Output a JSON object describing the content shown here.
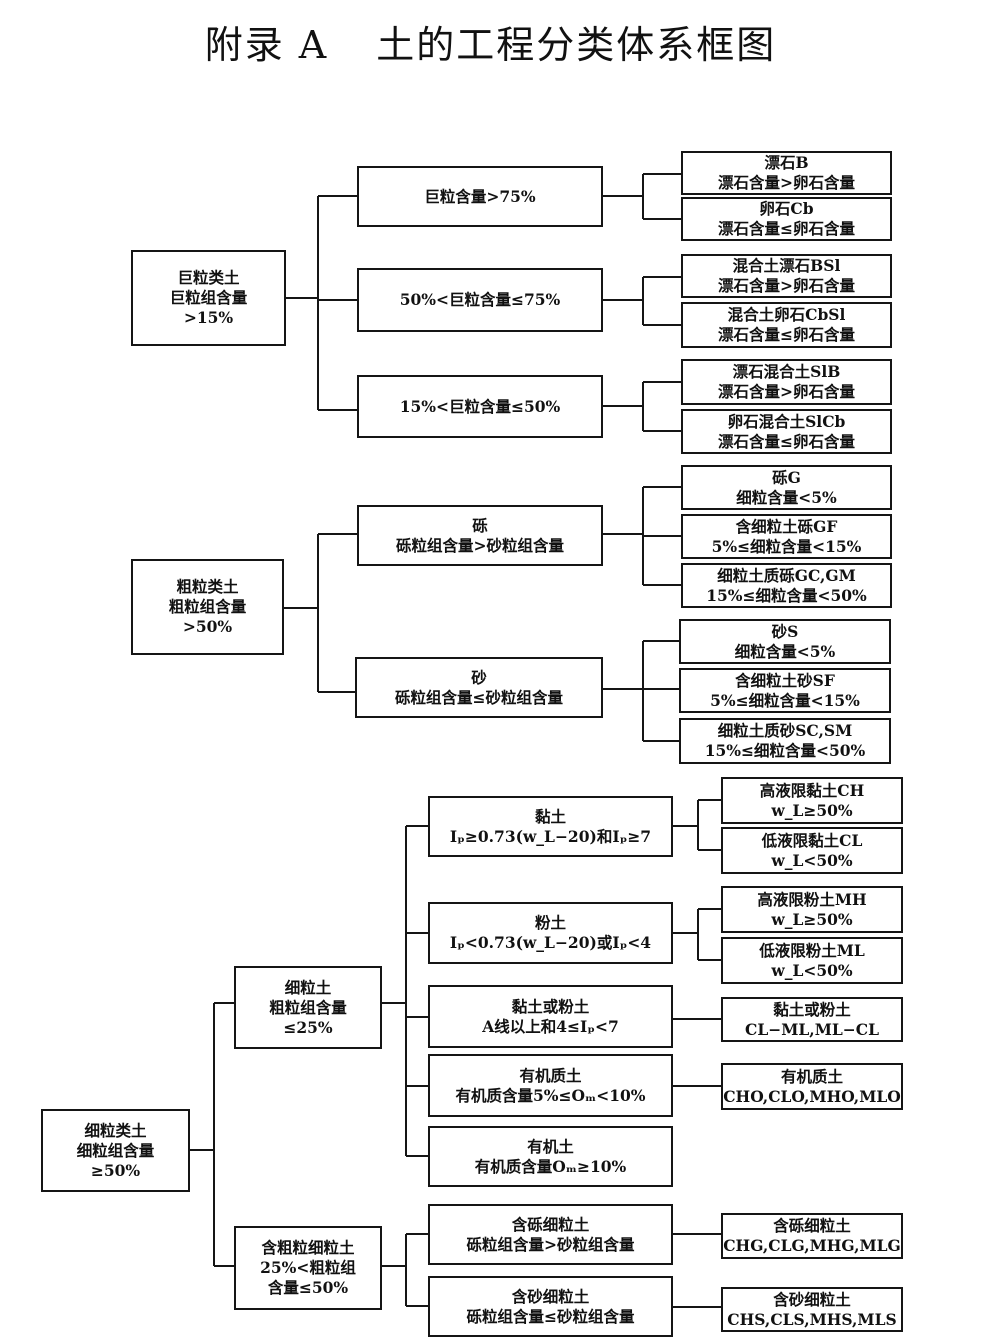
{
  "title": {
    "prefix": "附录 A",
    "main": "土的工程分类体系框图"
  },
  "nodes": {
    "giant": {
      "l1": "巨粒类土",
      "l2": "巨粒组含量",
      "l3": ">15%"
    },
    "g1": {
      "l1": "巨粒含量>75%"
    },
    "g2": {
      "l1": "50%<巨粒含量≤75%"
    },
    "g3": {
      "l1": "15%<巨粒含量≤50%"
    },
    "g1a": {
      "l1": "漂石B",
      "l2": "漂石含量>卵石含量"
    },
    "g1b": {
      "l1": "卵石Cb",
      "l2": "漂石含量≤卵石含量"
    },
    "g2a": {
      "l1": "混合土漂石BSl",
      "l2": "漂石含量>卵石含量"
    },
    "g2b": {
      "l1": "混合土卵石CbSl",
      "l2": "漂石含量≤卵石含量"
    },
    "g3a": {
      "l1": "漂石混合土SlB",
      "l2": "漂石含量>卵石含量"
    },
    "g3b": {
      "l1": "卵石混合土SlCb",
      "l2": "漂石含量≤卵石含量"
    },
    "coarse": {
      "l1": "粗粒类土",
      "l2": "粗粒组含量",
      "l3": ">50%"
    },
    "gravel": {
      "l1": "砾",
      "l2": "砾粒组含量>砂粒组含量"
    },
    "sand": {
      "l1": "砂",
      "l2": "砾粒组含量≤砂粒组含量"
    },
    "gr1": {
      "l1": "砾G",
      "l2": "细粒含量<5%"
    },
    "gr2": {
      "l1": "含细粒土砾GF",
      "l2": "5%≤细粒含量<15%"
    },
    "gr3": {
      "l1": "细粒土质砾GC,GM",
      "l2": "15%≤细粒含量<50%"
    },
    "sa1": {
      "l1": "砂S",
      "l2": "细粒含量<5%"
    },
    "sa2": {
      "l1": "含细粒土砂SF",
      "l2": "5%≤细粒含量<15%"
    },
    "sa3": {
      "l1": "细粒土质砂SC,SM",
      "l2": "15%≤细粒含量<50%"
    },
    "finecls": {
      "l1": "细粒类土",
      "l2": "细粒组含量",
      "l3": "≥50%"
    },
    "fine": {
      "l1": "细粒土",
      "l2": "粗粒组含量",
      "l3": "≤25%"
    },
    "coarsefine": {
      "l1": "含粗粒细粒土",
      "l2": "25%<粗粒组",
      "l3": "含量≤50%"
    },
    "clay": {
      "l1": "黏土",
      "l2": "Iₚ≥0.73(w_L−20)和Iₚ≥7"
    },
    "silt": {
      "l1": "粉土",
      "l2": "Iₚ<0.73(w_L−20)或Iₚ<4"
    },
    "claysilt": {
      "l1": "黏土或粉土",
      "l2": "A线以上和4≤Iₚ<7"
    },
    "organic": {
      "l1": "有机质土",
      "l2": "有机质含量5%≤Oₘ<10%"
    },
    "orgsoil": {
      "l1": "有机土",
      "l2": "有机质含量Oₘ≥10%"
    },
    "grfine": {
      "l1": "含砾细粒土",
      "l2": "砾粒组含量>砂粒组含量"
    },
    "safine": {
      "l1": "含砂细粒土",
      "l2": "砾粒组含量≤砂粒组含量"
    },
    "ch": {
      "l1": "高液限黏土CH",
      "l2": "w_L≥50%"
    },
    "cl": {
      "l1": "低液限黏土CL",
      "l2": "w_L<50%"
    },
    "mh": {
      "l1": "高液限粉土MH",
      "l2": "w_L≥50%"
    },
    "ml": {
      "l1": "低液限粉土ML",
      "l2": "w_L<50%"
    },
    "clml": {
      "l1": "黏土或粉土",
      "l2": "CL−ML,ML−CL"
    },
    "orgcodes": {
      "l1": "有机质土",
      "l2": "CHO,CLO,MHO,MLO"
    },
    "grcodes": {
      "l1": "含砾细粒土",
      "l2": "CHG,CLG,MHG,MLG"
    },
    "sacodes": {
      "l1": "含砂细粒土",
      "l2": "CHS,CLS,MHS,MLS"
    }
  }
}
